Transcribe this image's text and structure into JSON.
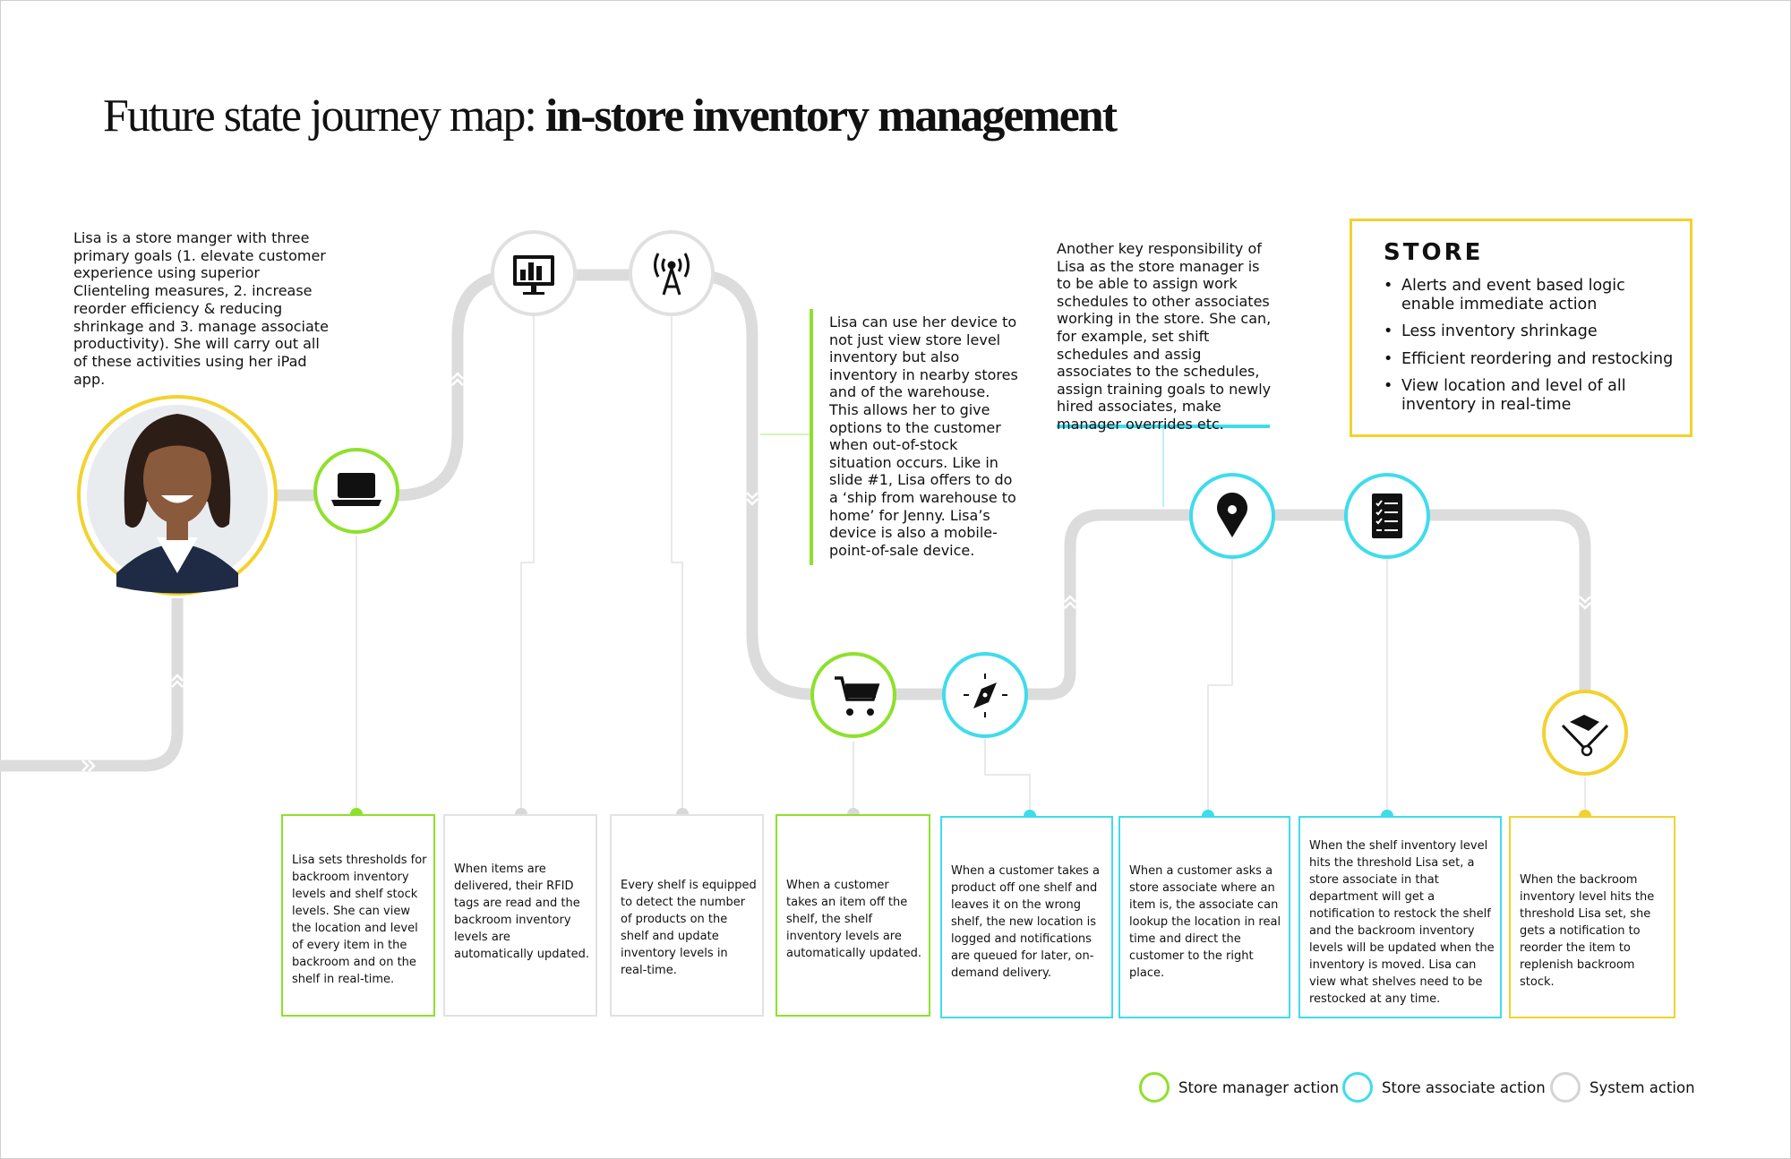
{
  "title": {
    "light": "Future state journey map: ",
    "bold": "in-store inventory management"
  },
  "intro": "Lisa is a store manger with three primary goals (1. elevate customer experience using superior Clienteling measures, 2. increase reorder efficiency & reducing shrinkage and 3. manage associate productivity). She will carry out all of these activities using her iPad app.",
  "callouts": {
    "device": "Lisa can use her device to not just view store level inventory but also inventory in nearby stores and of the warehouse. This allows her to give options to the customer when out-of-stock situation occurs. Like in slide #1, Lisa offers to do a ‘ship from warehouse to home’ for Jenny. Lisa’s device is also a mobile-point-of-sale device.",
    "schedules": "Another key responsibility of Lisa as the store manager is to be able to assign work schedules to other associates working in the store. She can, for example, set shift schedules and assig associates to the schedules, assign training goals to newly hired associates, make manager overrides etc."
  },
  "store": {
    "title": "STORE",
    "items": [
      "Alerts and event based logic enable immediate action",
      "Less inventory shrinkage",
      "Efficient reordering and restocking",
      "View location and level of all inventory in real-time"
    ]
  },
  "colors": {
    "manager": "#8ee12b",
    "associate": "#3fdcec",
    "system": "#d4d4d4",
    "store": "#f2d22e",
    "track": "#dcdcdc"
  },
  "nodes": [
    {
      "icon": "laptop-icon",
      "type": "manager"
    },
    {
      "icon": "monitor-chart-icon",
      "type": "system"
    },
    {
      "icon": "antenna-icon",
      "type": "system"
    },
    {
      "icon": "shopping-cart-icon",
      "type": "manager"
    },
    {
      "icon": "compass-icon",
      "type": "associate"
    },
    {
      "icon": "location-pin-icon",
      "type": "associate"
    },
    {
      "icon": "checklist-icon",
      "type": "associate"
    },
    {
      "icon": "hand-box-icon",
      "type": "store"
    }
  ],
  "cards": [
    {
      "type": "manager",
      "text": "Lisa sets thresholds for backroom inventory levels and shelf stock levels. She can view the location and level of every item in the backroom and on the shelf in real-time."
    },
    {
      "type": "system",
      "text": "When items are delivered, their RFID tags are read and the backroom inventory levels are automatically updated."
    },
    {
      "type": "system",
      "text": "Every shelf is equipped to detect the number of products on the shelf and update inventory levels in real-time."
    },
    {
      "type": "manager",
      "text": "When a customer takes an item off the shelf, the shelf inventory levels are automatically updated."
    },
    {
      "type": "associate",
      "text": "When a customer takes a product off one shelf and leaves it on the wrong shelf, the new location is logged and notifications are queued for later, on-demand delivery."
    },
    {
      "type": "associate",
      "text": "When a customer asks a store associate where an item is, the associate can lookup the location in real time and direct the customer to the right place."
    },
    {
      "type": "associate",
      "text": "When the shelf inventory level hits the threshold Lisa set, a store associate in that department will get a notification to restock the shelf and the backroom inventory levels will be updated when the inventory is moved. Lisa can view what shelves need to be restocked at any time."
    },
    {
      "type": "store",
      "text": "When the backroom inventory level hits the threshold Lisa set, she gets a notification to reorder the item to replenish backroom stock."
    }
  ],
  "legend": [
    {
      "label": "Store manager action",
      "type": "manager"
    },
    {
      "label": "Store associate action",
      "type": "associate"
    },
    {
      "label": "System action",
      "type": "system"
    }
  ]
}
